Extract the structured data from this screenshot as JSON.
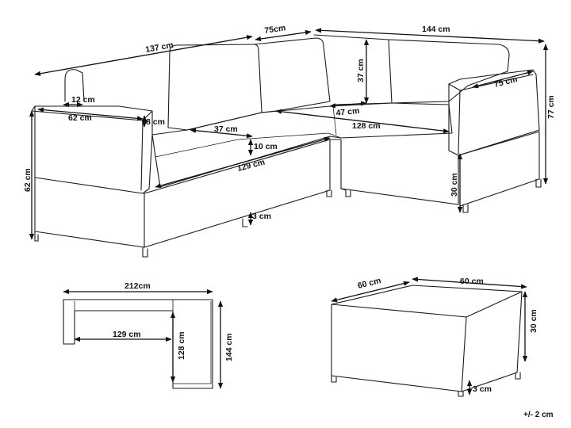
{
  "sofa_dims": {
    "left_length": "137 cm",
    "corner_depth": "75cm",
    "right_length": "144 cm",
    "backrest_height": "37 cm",
    "arm_depth_right": "75 cm",
    "total_height": "77 cm",
    "arm_width_top": "12 cm",
    "arm_length": "62 cm",
    "arm_height": "8 cm",
    "seat_depth_right": "47 cm",
    "seat_depth_left": "37 cm",
    "seat_length_right": "128 cm",
    "cushion_thickness": "10 cm",
    "seat_length_left": "129 cm",
    "seat_height": "62 cm",
    "base_height": "30 cm",
    "leg_height": "3 cm"
  },
  "plan_dims": {
    "total_width": "212cm",
    "inner_length": "129 cm",
    "inner_depth": "128 cm",
    "total_depth": "144 cm"
  },
  "table_dims": {
    "width": "60 cm",
    "depth": "60 cm",
    "height": "30 cm",
    "leg_height": "3 cm"
  },
  "tolerance": "+/- 2 cm"
}
